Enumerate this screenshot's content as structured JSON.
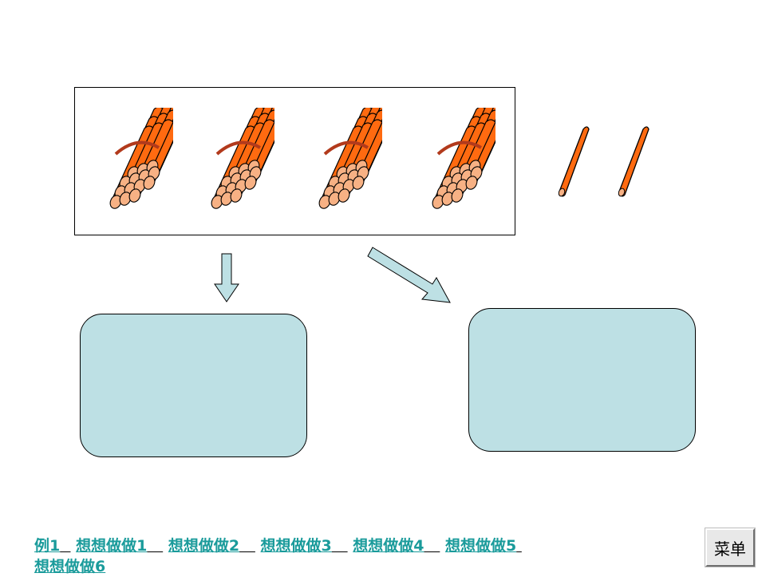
{
  "illustration": {
    "bundle_count": 4,
    "sticks_per_bundle": 10,
    "single_stick_count": 2,
    "colors": {
      "stick_body": "#ff6a10",
      "stick_end": "#f7b184",
      "bundle_tie": "#b23a1c",
      "outline": "#000000",
      "answer_box_fill": "#bde0e4",
      "arrow_fill": "#bde0e4"
    }
  },
  "arrows": [
    {
      "name": "arrow-down-icon"
    },
    {
      "name": "arrow-diagonal-icon"
    }
  ],
  "nav": {
    "links": [
      {
        "label": "例1"
      },
      {
        "label": "想想做做1"
      },
      {
        "label": "想想做做2"
      },
      {
        "label": "想想做做3"
      },
      {
        "label": "想想做做4"
      },
      {
        "label": "想想做做5"
      },
      {
        "label": "想想做做6"
      }
    ],
    "link_color": "#1a9b9b"
  },
  "menu_button": {
    "label": "菜单"
  }
}
